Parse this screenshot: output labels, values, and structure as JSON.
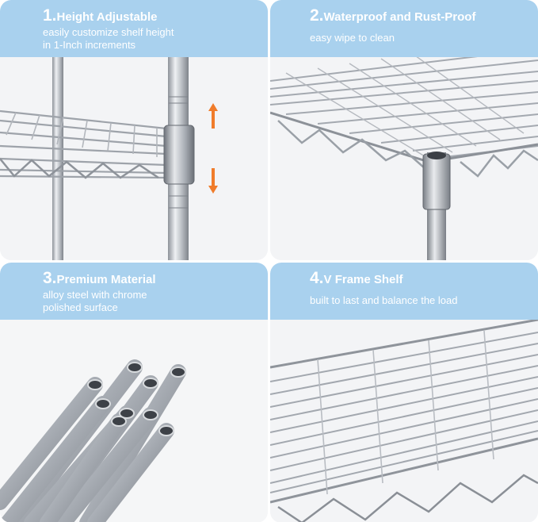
{
  "panels": [
    {
      "number": "1.",
      "title": "Height Adjustable",
      "subtitle_lines": [
        "easily customize shelf height",
        "in 1-Inch increments"
      ],
      "image": "shelf-pole-adjust"
    },
    {
      "number": "2.",
      "title": "Waterproof and Rust-Proof",
      "subtitle_lines": [
        "easy wipe to clean"
      ],
      "image": "shelf-corner-closeup"
    },
    {
      "number": "3.",
      "title": "Premium Material",
      "subtitle_lines": [
        "alloy steel with chrome",
        "polished surface"
      ],
      "image": "steel-tubes"
    },
    {
      "number": "4.",
      "title": "V Frame Shelf",
      "subtitle_lines": [
        "built to last and balance the load"
      ],
      "image": "wire-shelf-top"
    }
  ],
  "colors": {
    "header": "#a9d1ee",
    "text": "#ffffff",
    "arrow": "#f07c2b",
    "chrome": "#b8bcc2"
  },
  "icons": {
    "up": "arrow-up-icon",
    "down": "arrow-down-icon"
  }
}
